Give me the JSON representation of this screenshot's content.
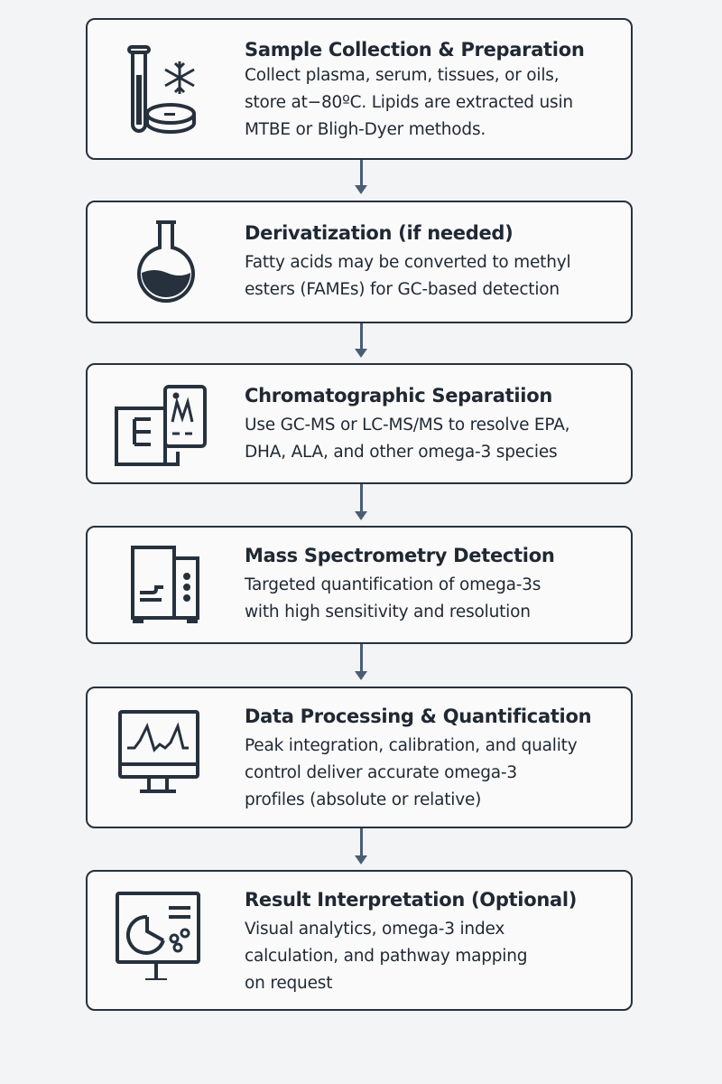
{
  "colors": {
    "stroke": "#26313d",
    "arrow": "#4a5d75",
    "background": "#f3f4f5"
  },
  "steps": [
    {
      "icon": "test-tube-snowflake-icon",
      "title": "Sample Collection & Preparation",
      "lines": [
        "Collect plasma, serum, tissues, or oils,",
        "store at−80ºC. Lipids are extracted usin",
        "MTBE or Bligh-Dyer methods."
      ]
    },
    {
      "icon": "flask-icon",
      "title": "Derivatization (if needed)",
      "lines": [
        "Fatty acids may be converted to methyl",
        "esters (FAMEs) for GC-based detection"
      ]
    },
    {
      "icon": "chromatograph-icon",
      "title": "Chromatographic Separatiion",
      "lines": [
        "Use GC-MS or LC-MS/MS to resolve EPA,",
        "DHA, ALA, and other omega-3 species"
      ]
    },
    {
      "icon": "mass-spectrometer-icon",
      "title": "Mass Spectrometry Detection",
      "lines": [
        "Targeted quantification of omega-3s",
        "with high sensitivity and resolution"
      ]
    },
    {
      "icon": "monitor-peaks-icon",
      "title": "Data Processing & Quantification",
      "lines": [
        "Peak integration, calibration, and quality",
        "control deliver accurate omega-3",
        "profiles (absolute or relative)"
      ]
    },
    {
      "icon": "monitor-analytics-icon",
      "title": "Result Interpretation (Optional)",
      "lines": [
        "Visual analytics, omega-3 index",
        "calculation, and pathway mapping",
        "on request"
      ]
    }
  ]
}
